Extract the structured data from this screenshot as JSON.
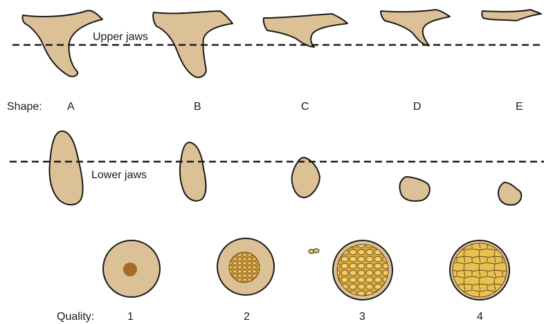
{
  "labels": {
    "upper_jaws": "Upper jaws",
    "lower_jaws": "Lower jaws",
    "shape": "Shape:",
    "quality": "Quality:"
  },
  "shapes": [
    "A",
    "B",
    "C",
    "D",
    "E"
  ],
  "qualities": [
    "1",
    "2",
    "3",
    "4"
  ],
  "colors": {
    "bone": "#dcc196",
    "outline": "#1a1a1a",
    "core_dense": "#a66a2a",
    "trabecular": "#e8c660"
  }
}
